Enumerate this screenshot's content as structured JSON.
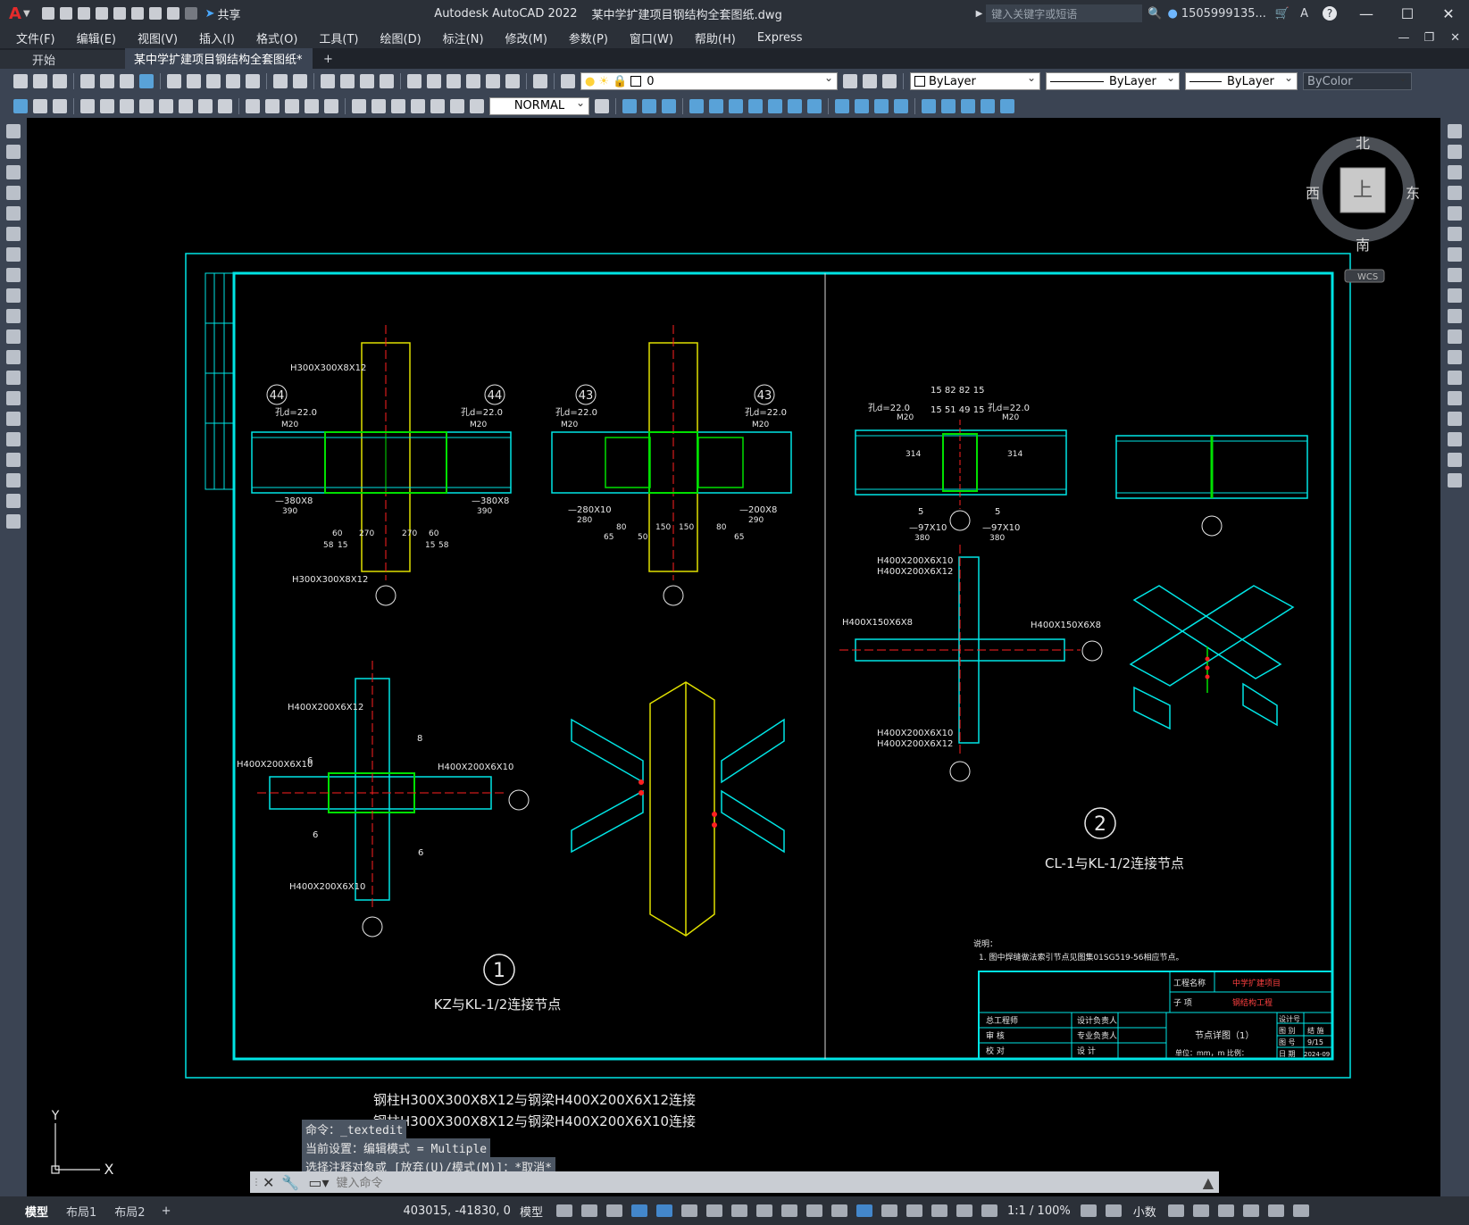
{
  "app": {
    "logo_letter": "A",
    "title": "Autodesk AutoCAD 2022",
    "filename": "某中学扩建项目钢结构全套图纸.dwg",
    "share_label": "共享",
    "search_placeholder": "键入关键字或短语",
    "user": "1505999135...",
    "help": "?"
  },
  "menu": [
    "文件(F)",
    "编辑(E)",
    "视图(V)",
    "插入(I)",
    "格式(O)",
    "工具(T)",
    "绘图(D)",
    "标注(N)",
    "修改(M)",
    "参数(P)",
    "窗口(W)",
    "帮助(H)",
    "Express"
  ],
  "tabs": {
    "start": "开始",
    "active": "某中学扩建项目钢结构全套图纸*",
    "add": "+"
  },
  "toolbar": {
    "layer_value": "0",
    "color_value": "ByLayer",
    "linetype_value": "ByLayer",
    "lineweight_value": "ByLayer",
    "plotstyle_value": "ByColor",
    "dimstyle_value": "NORMAL"
  },
  "viewcube": {
    "north": "北",
    "south": "南",
    "east": "东",
    "west": "西",
    "face": "上",
    "wcs": "WCS"
  },
  "drawing": {
    "node1_number": "1",
    "node1_title": "KZ与KL-1/2连接节点",
    "node2_number": "2",
    "node2_title": "CL-1与KL-1/2连接节点",
    "callout_43": "43",
    "callout_44": "44",
    "label_h300_top": "H300X300X8X12",
    "label_h300_bot": "H300X300X8X12",
    "label_h400_6x12": "H400X200X6X12",
    "label_h400_6x10": "H400X200X6X10",
    "label_h400_6x10_r": "H400X200X6X10",
    "label_h400_6x10_b": "H400X200X6X10",
    "label_h400_150_l": "H400X150X6X8",
    "label_h400_150_r": "H400X150X6X8",
    "label_h400_c2a": "H400X200X6X10",
    "label_h400_c2b": "H400X200X6X12",
    "label_h400_c2c": "H400X200X6X10",
    "label_h400_c2d": "H400X200X6X12",
    "hole_d": "孔d=22.0",
    "bolt": "M20",
    "dim_380x8": "—380X8",
    "dim_390": "390",
    "dim_280x10": "—280X10",
    "dim_280": "280",
    "dim_200x8": "—200X8",
    "dim_290": "290",
    "dim_97x10": "—97X10",
    "dim_380": "380",
    "dim_270": "270",
    "dim_60": "60",
    "dim_58": "58",
    "dim_15": "15",
    "dim_150": "150",
    "dim_80": "80",
    "dim_50": "50",
    "dim_65": "65",
    "dim_314": "314",
    "dim_top": "15 82 82 15",
    "dim_top2": "15 51 49 15",
    "weld_6": "6",
    "weld_8": "8",
    "weld_5": "5",
    "notes_title": "说明：",
    "notes_line": "1. 图中焊缝做法索引节点见图集01SG519-56相应节点。",
    "tb_proj_label": "工程名称",
    "tb_proj_value": "中学扩建项目",
    "tb_item_label": "子 项",
    "tb_item_value": "钢结构工程",
    "tb_sheet_title": "节点详图（1）",
    "tb_unit": "单位：mm，m 比例：",
    "tb_r1": "总工程师",
    "tb_r2": "审 核",
    "tb_r3": "校 对",
    "tb_c1": "设计负责人",
    "tb_c2": "专业负责人",
    "tb_c3": "设 计",
    "tb_no_label": "设计号",
    "tb_cat_label": "图 别",
    "tb_cat_value": "结 施",
    "tb_num_label": "图 号",
    "tb_num_value": "9/15",
    "tb_date_label": "日 期",
    "tb_date_value": "2024-09"
  },
  "floating_text": [
    "钢柱H300X300X8X12与钢梁H400X200X6X12连接",
    "钢柱H300X300X8X12与钢梁H400X200X6X10连接"
  ],
  "command": {
    "history": [
      "命令：_textedit",
      "当前设置：编辑模式 = Multiple",
      "选择注释对象或 [放弃(U)/模式(M)]：*取消*"
    ],
    "placeholder": "键入命令"
  },
  "ucs": {
    "x": "X",
    "y": "Y"
  },
  "status": {
    "tabs": [
      "模型",
      "布局1",
      "布局2"
    ],
    "coords": "403015, -41830, 0",
    "space": "模型",
    "scale": "1:1 / 100%",
    "units": "小数"
  },
  "colors": {
    "frame": "#00e5e5",
    "green": "#00e000",
    "yellow": "#e0e000",
    "red": "#ff2020",
    "white": "#e8e8e8"
  }
}
